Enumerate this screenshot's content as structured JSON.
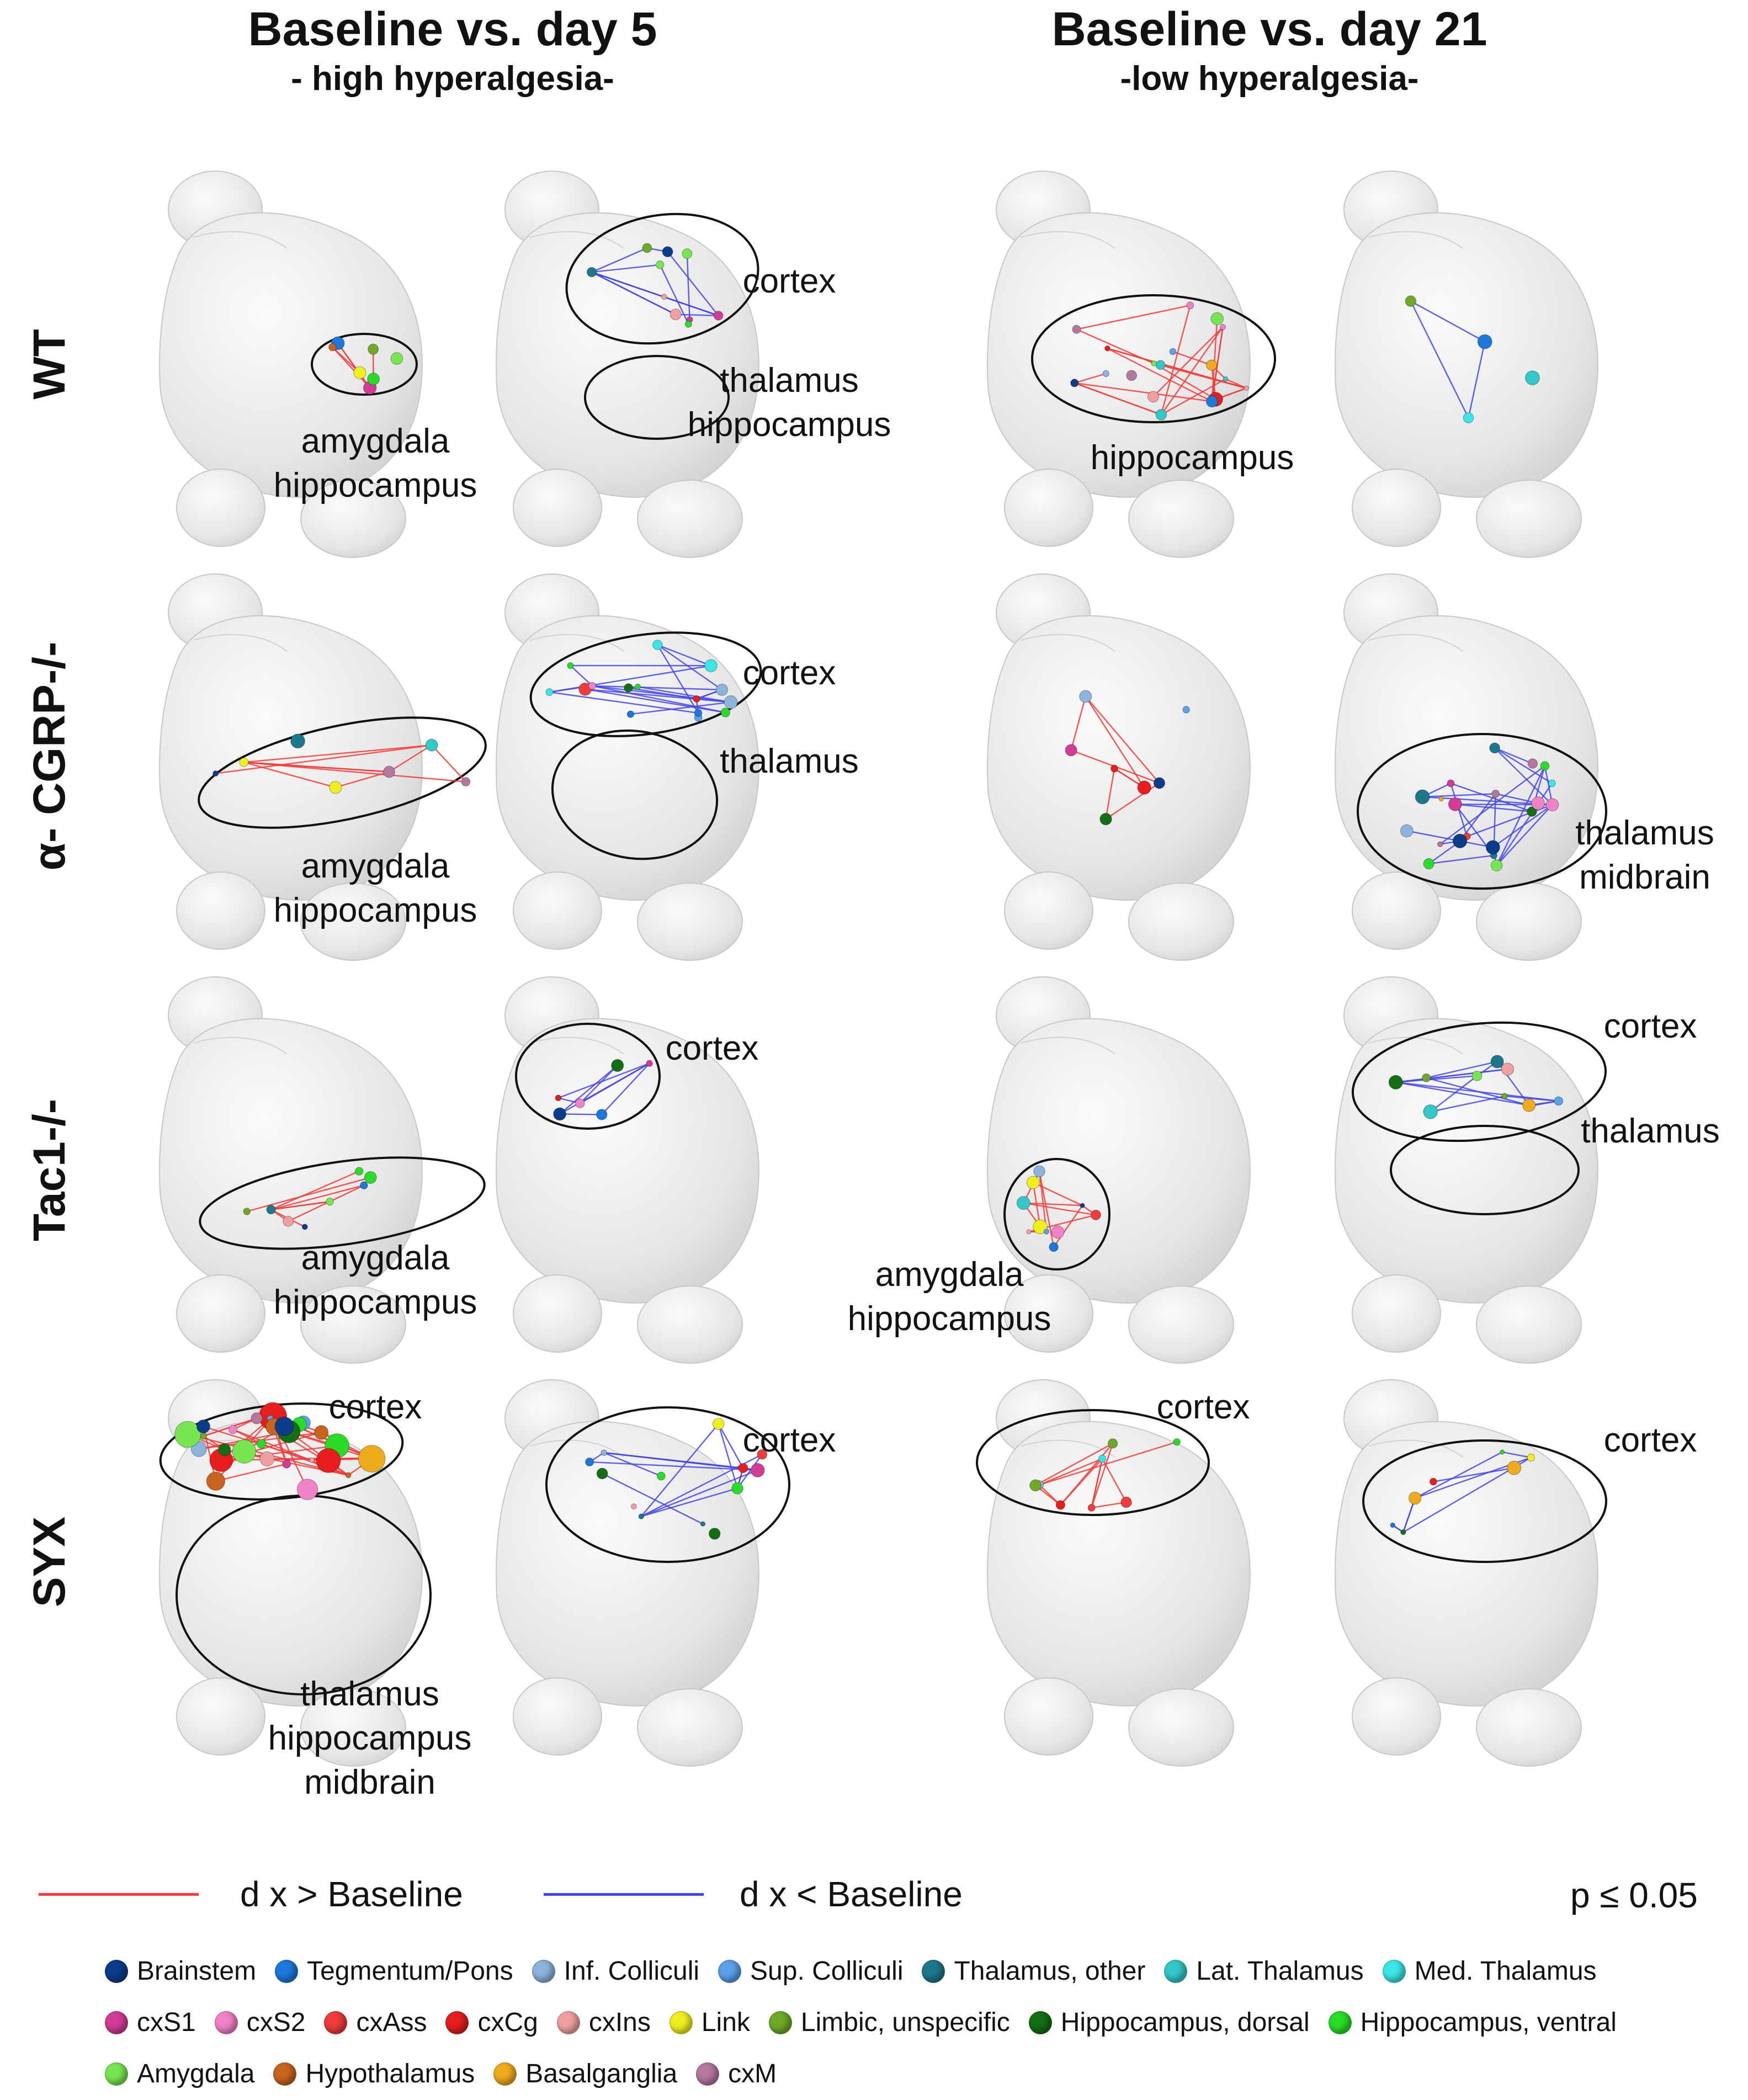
{
  "columns": [
    {
      "title": "Baseline vs. day 5",
      "subtitle": "- high hyperalgesia-"
    },
    {
      "title": "Baseline vs. day 21",
      "subtitle": "-low hyperalgesia-"
    }
  ],
  "rows": [
    "WT",
    "α- CGRP-/-",
    "Tac1-/-",
    "SYX"
  ],
  "panels": [
    {
      "row": 0,
      "slot": 0,
      "labels": [
        "amygdala",
        "hippocampus"
      ]
    },
    {
      "row": 0,
      "slot": 1,
      "labels": [
        "cortex",
        "thalamus",
        "hippocampus"
      ]
    },
    {
      "row": 0,
      "slot": 2,
      "labels": [
        "hippocampus"
      ]
    },
    {
      "row": 0,
      "slot": 3,
      "labels": []
    },
    {
      "row": 1,
      "slot": 0,
      "labels": [
        "amygdala",
        "hippocampus"
      ]
    },
    {
      "row": 1,
      "slot": 1,
      "labels": [
        "cortex",
        "thalamus"
      ]
    },
    {
      "row": 1,
      "slot": 2,
      "labels": []
    },
    {
      "row": 1,
      "slot": 3,
      "labels": [
        "thalamus",
        "midbrain"
      ]
    },
    {
      "row": 2,
      "slot": 0,
      "labels": [
        "amygdala",
        "hippocampus"
      ]
    },
    {
      "row": 2,
      "slot": 1,
      "labels": [
        "cortex"
      ]
    },
    {
      "row": 2,
      "slot": 2,
      "labels": [
        "amygdala",
        "hippocampus"
      ]
    },
    {
      "row": 2,
      "slot": 3,
      "labels": [
        "cortex",
        "thalamus"
      ]
    },
    {
      "row": 3,
      "slot": 0,
      "labels": [
        "cortex",
        "thalamus",
        "hippocampus",
        "midbrain"
      ]
    },
    {
      "row": 3,
      "slot": 1,
      "labels": [
        "cortex"
      ]
    },
    {
      "row": 3,
      "slot": 2,
      "labels": [
        "cortex"
      ]
    },
    {
      "row": 3,
      "slot": 3,
      "labels": [
        "cortex"
      ]
    }
  ],
  "legend": {
    "increase_label": "d x > Baseline",
    "decrease_label": "d x < Baseline",
    "increase_color": "#f03c3c",
    "decrease_color": "#4646e6",
    "significance": "p ≤ 0.05"
  },
  "node_legend": [
    [
      {
        "label": "Brainstem",
        "color": "#0a3c8c"
      },
      {
        "label": "Tegmentum/Pons",
        "color": "#1e78dc"
      },
      {
        "label": "Inf. Colliculi",
        "color": "#8cb4dc"
      },
      {
        "label": "Sup. Colliculi",
        "color": "#5aa0eb"
      },
      {
        "label": "Thalamus, other",
        "color": "#1e788c"
      },
      {
        "label": "Lat. Thalamus",
        "color": "#32c8c8"
      },
      {
        "label": "Med. Thalamus",
        "color": "#3ce6e6"
      }
    ],
    [
      {
        "label": "cxS1",
        "color": "#d23c96"
      },
      {
        "label": "cxS2",
        "color": "#f082c8"
      },
      {
        "label": "cxAss",
        "color": "#f03c3c"
      },
      {
        "label": "cxCg",
        "color": "#e61e1e"
      },
      {
        "label": "cxIns",
        "color": "#f0a0a0"
      },
      {
        "label": "Link",
        "color": "#f0f01e"
      },
      {
        "label": "Limbic, unspecific",
        "color": "#6eaa28"
      },
      {
        "label": "Hippocampus, dorsal",
        "color": "#146e14"
      },
      {
        "label": "Hippocampus, ventral",
        "color": "#28dc28"
      }
    ],
    [
      {
        "label": "Amygdala",
        "color": "#78e650"
      },
      {
        "label": "Hypothalamus",
        "color": "#c8641e"
      },
      {
        "label": "Basalganglia",
        "color": "#f0aa1e"
      },
      {
        "label": "cxM",
        "color": "#b478a0"
      }
    ]
  ]
}
